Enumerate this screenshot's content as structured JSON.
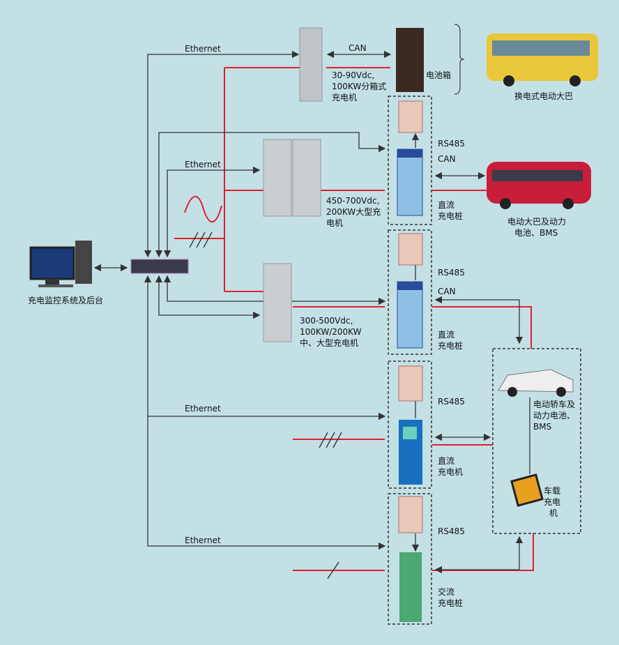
{
  "colors": {
    "background": "#c3e0e5",
    "power_line": "#e0202a",
    "signal_line": "#333333"
  },
  "labels": {
    "ethernet": "Ethernet",
    "can": "CAN",
    "rs485": "RS485",
    "battery_box": "电池箱",
    "swap_bus": "换电式电动大巴",
    "cab1_l1": "30-90Vdc,",
    "cab1_l2": "100KW分箱式",
    "cab1_l3": "充电机",
    "cab2_l1": "450-700Vdc,",
    "cab2_l2": "200KW大型充",
    "cab2_l3": "电机",
    "cab3_l1": "300-500Vdc,",
    "cab3_l2": "100KW/200KW",
    "cab3_l3": "中、大型充电机",
    "dc_pile_l1": "直流",
    "dc_pile_l2": "充电桩",
    "dc_charger_l1": "直流",
    "dc_charger_l2": "充电机",
    "ac_pile_l1": "交流",
    "ac_pile_l2": "充电桩",
    "bus_bms_l1": "电动大巴及动力",
    "bus_bms_l2": "电池、BMS",
    "car_l1": "电动轿车及",
    "car_l2": "动力电池、",
    "car_l3": "BMS",
    "onboard_l1": "车载",
    "onboard_l2": "充电",
    "onboard_l3": "机",
    "monitor": "充电监控系统及后台"
  }
}
